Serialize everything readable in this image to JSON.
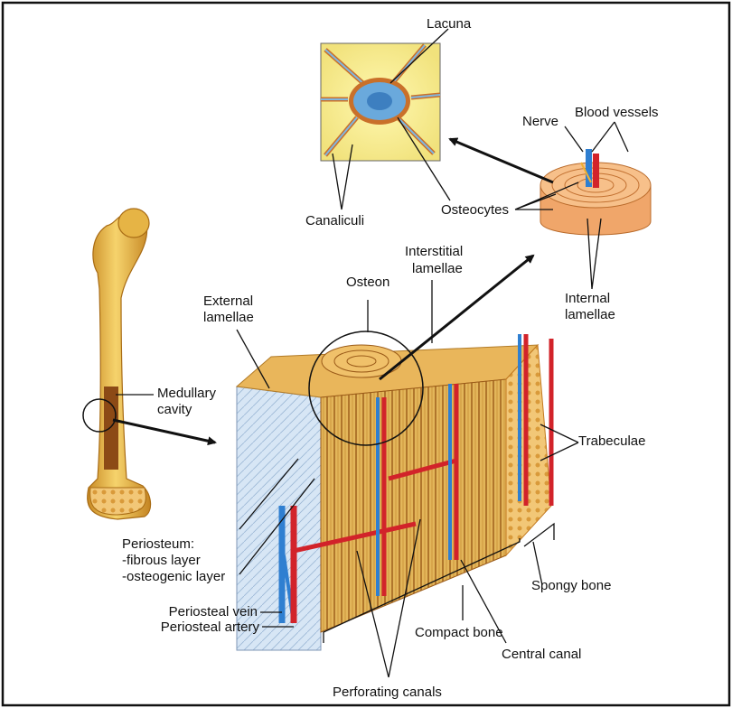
{
  "labels": {
    "lacuna": "Lacuna",
    "canaliculi": "Canaliculi",
    "nerve": "Nerve",
    "blood_vessels": "Blood vessels",
    "osteocytes": "Osteocytes",
    "interstitial_lamellae": [
      "Interstitial",
      "lamellae"
    ],
    "osteon": "Osteon",
    "external_lamellae": [
      "External",
      "lamellae"
    ],
    "internal_lamellae": [
      "Internal",
      "lamellae"
    ],
    "medullary_cavity": [
      "Medullary",
      "cavity"
    ],
    "trabeculae": "Trabeculae",
    "periosteum": [
      "Periosteum:",
      "-fibrous layer",
      "-osteogenic layer"
    ],
    "periosteal_vein": "Periosteal vein",
    "periosteal_artery": "Periosteal artery",
    "spongy_bone": "Spongy bone",
    "compact_bone": "Compact bone",
    "central_canal": "Central canal",
    "perforating_canals": "Perforating canals"
  },
  "colors": {
    "bone": "#e8b84a",
    "bone_dark": "#b9781e",
    "periosteum": "#cfe0f2",
    "artery": "#d2232a",
    "vein": "#2f7fd1",
    "lacuna_bg": "#f5ec8a",
    "osteocyte": "#6aa9dc",
    "outline": "#111111"
  }
}
